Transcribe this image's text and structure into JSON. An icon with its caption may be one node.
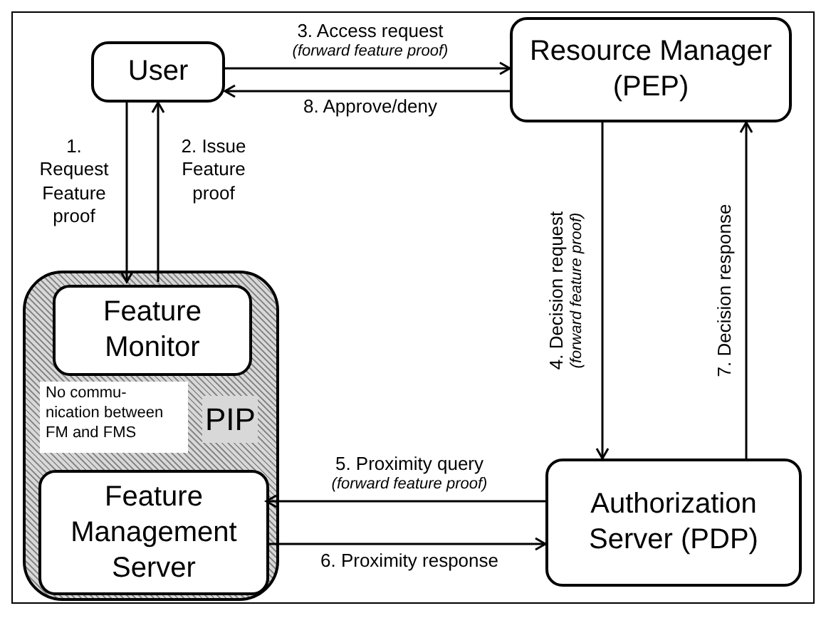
{
  "diagram": {
    "nodes": [
      {
        "text": [
          "User"
        ]
      },
      {
        "text": [
          "Resource Manager (PEP)"
        ]
      },
      {
        "text": [
          "PIP"
        ]
      },
      {
        "text": [
          "Feature Monitor"
        ],
        "in": 2
      },
      {
        "text": [
          "No commu- nication between FM and FMS"
        ],
        "in": 2
      },
      {
        "text": [
          "Feature Management Server"
        ],
        "in": 2
      },
      {
        "text": [
          "Authorization Server (PDP)"
        ]
      }
    ],
    "edges": [
      {
        "from": 0,
        "to": 3,
        "arrow": "to",
        "label": "1. Request Feature proof"
      },
      {
        "from": 3,
        "to": 0,
        "arrow": "to",
        "label": "2. Issue Feature proof"
      },
      {
        "from": 0,
        "to": 1,
        "arrow": "to",
        "label": "3. Access request *(forward feature proof)*"
      },
      {
        "from": 1,
        "to": 6,
        "arrow": "to",
        "label": "4. Decision request *(forward feature proof)*"
      },
      {
        "from": 6,
        "to": 5,
        "arrow": "to",
        "label": "5. Proximity query *(forward feature proof)*"
      },
      {
        "from": 5,
        "to": 6,
        "arrow": "to",
        "label": "6. Proximity response"
      },
      {
        "from": 6,
        "to": 1,
        "arrow": "to",
        "label": "7. Decision response"
      },
      {
        "from": 1,
        "to": 0,
        "arrow": "to",
        "label": "8. Approve/deny"
      }
    ]
  }
}
